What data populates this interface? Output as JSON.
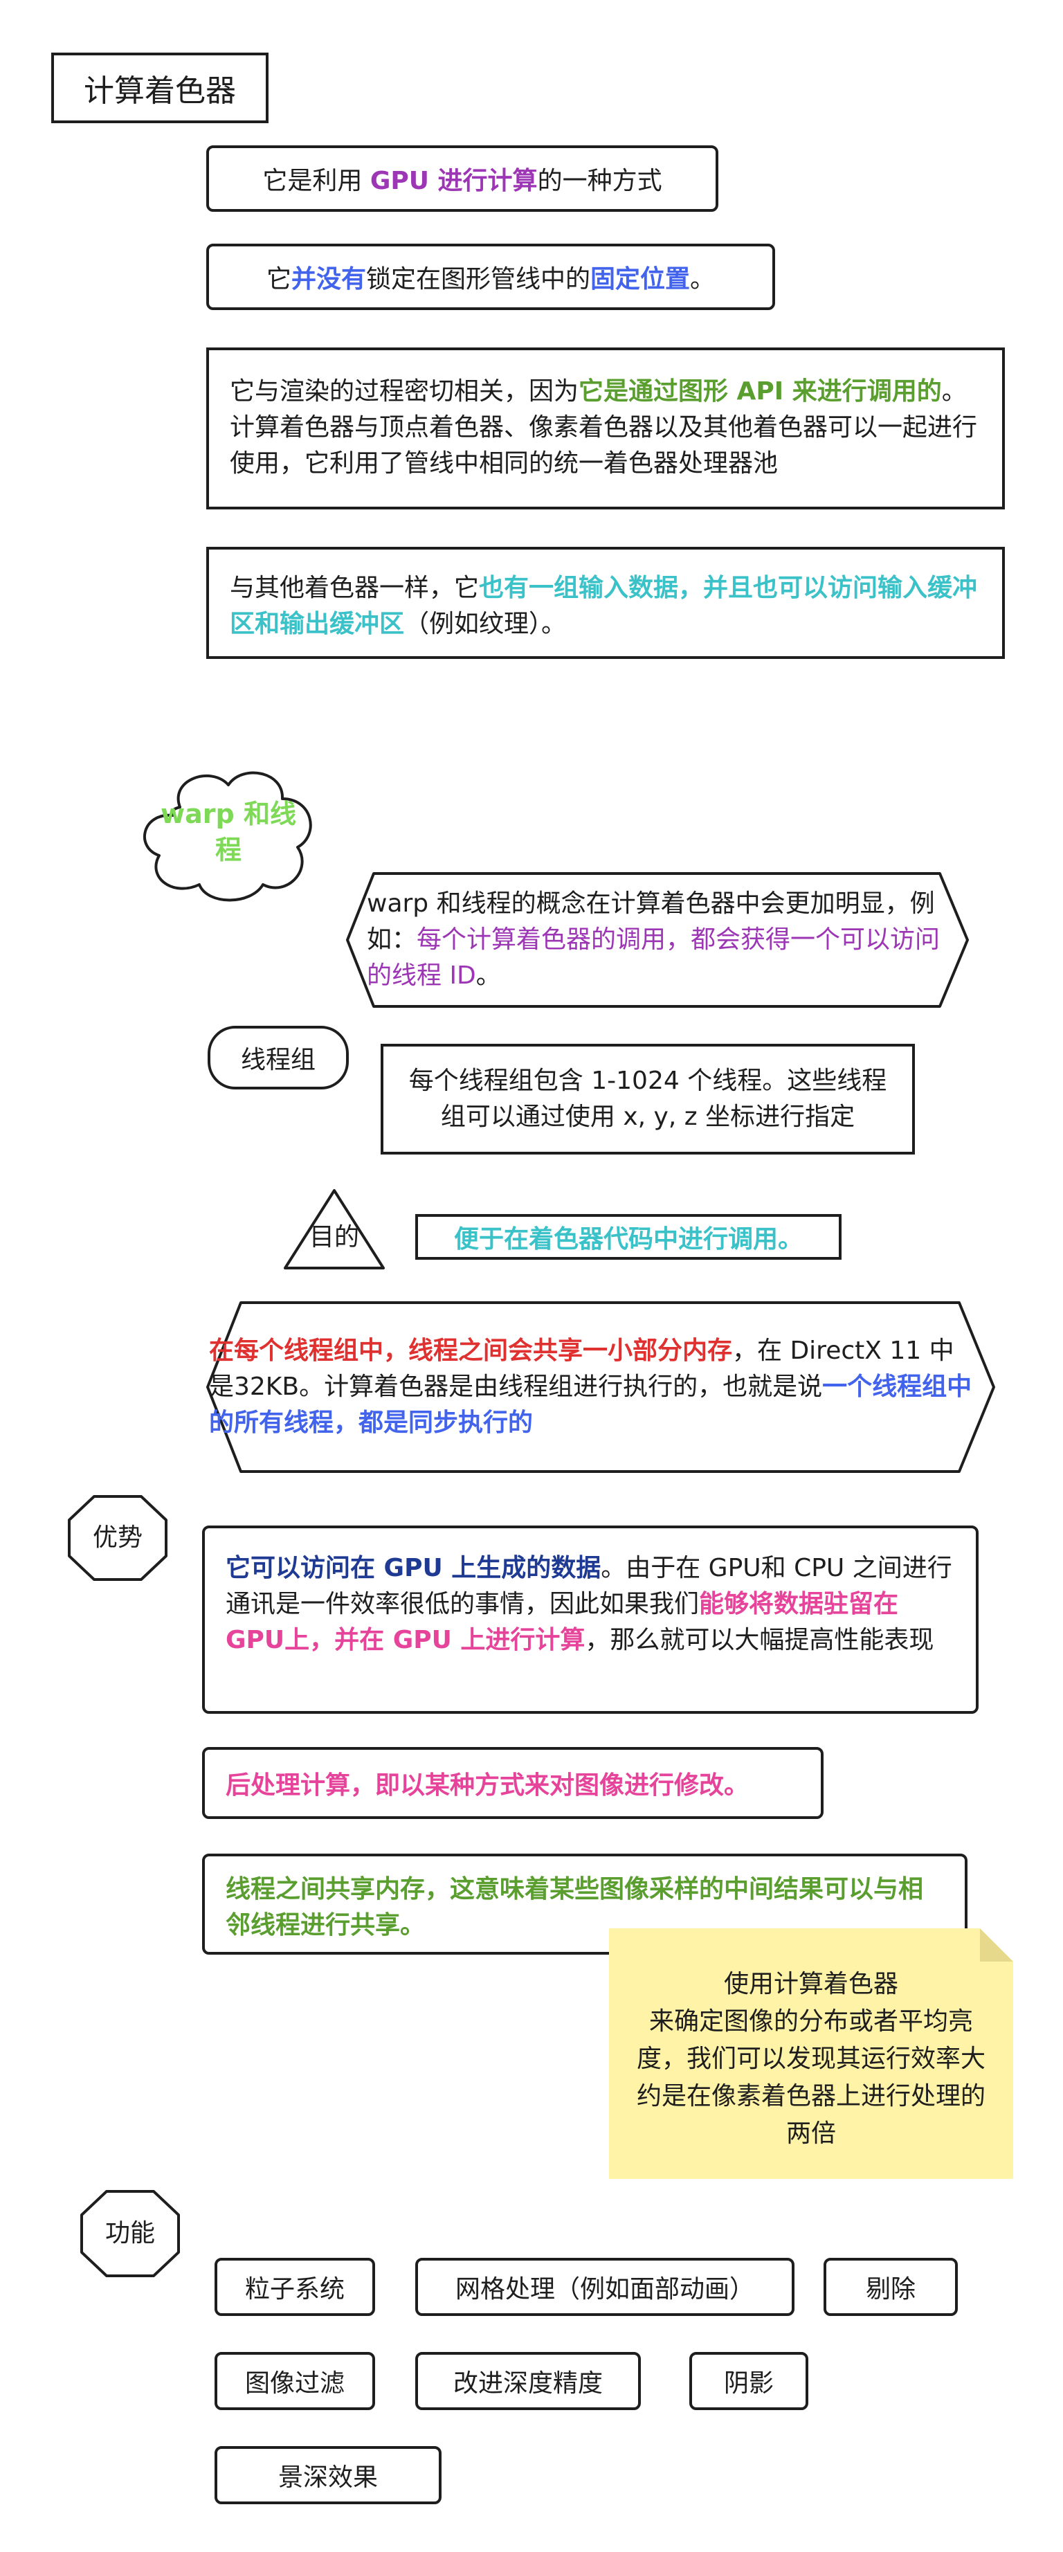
{
  "title": "计算着色器",
  "intro": {
    "b1": {
      "t1": "它是利用 ",
      "t2": "GPU 进行计算",
      "t3": "的一种方式"
    },
    "b2": {
      "t1": "它",
      "t2": "并没有",
      "t3": "锁定在图形管线中的",
      "t4": "固定位置",
      "t5": "。"
    },
    "b3": {
      "t1": "它与渲染的过程密切相关，因为",
      "t2": "它是通过图形 API 来进行调用的",
      "t3": "。计算着色器与顶点着色器、像素着色器以及其他着色器可以一起进行使用，它利用了管线中相同的统一着色器处理器池"
    },
    "b4": {
      "t1": "与其他着色器一样，它",
      "t2": "也有一组输入数据，并且也可以访问输入缓冲区和输出缓冲区",
      "t3": "（例如纹理）。"
    }
  },
  "warp": {
    "cloud_label": "warp 和线程",
    "desc": {
      "t1": "warp 和线程的概念在计算着色器中会更加明显，例如：",
      "t2": "每个计算着色器的调用，都会获得一个可以访问的线程 ID",
      "t3": "。"
    }
  },
  "threadgroup": {
    "label": "线程组",
    "desc": "每个线程组包含 1-1024 个线程。这些线程组可以通过使用 x, y, z 坐标进行指定",
    "purpose_label": "目的",
    "purpose": "便于在着色器代码中进行调用。",
    "share": {
      "t1": "在每个线程组中，线程之间会共享一小部分内存",
      "t2": "，在 DirectX 11 中是32KB。计算着色器是由线程组进行执行的，也就是说",
      "t3": "一个线程组中的所有线程，都是同步执行的"
    }
  },
  "advantage": {
    "label": "优势",
    "desc": {
      "t1": "它可以访问在 GPU 上生成的数据",
      "t2": "。由于在 GPU和 CPU 之间进行通讯是一件效率很低的事情，因此如果我们",
      "t3": "能够将数据驻留在 GPU上，并在 GPU 上进行计算",
      "t4": "，那么就可以大幅提高性能表现"
    }
  },
  "post": "后处理计算，即以某种方式来对图像进行修改。",
  "shared": "线程之间共享内存，这意味着某些图像采样的中间结果可以与相邻线程进行共享。",
  "note": "使用计算着色器\n来确定图像的分布或者平均亮度，我们可以发现其运行效率大约是在像素着色器上进行处理的两倍",
  "features": {
    "label": "功能",
    "items": [
      "粒子系统",
      "网格处理（例如面部动画）",
      "剔除",
      "图像过滤",
      "改进深度精度",
      "阴影",
      "景深效果"
    ]
  }
}
